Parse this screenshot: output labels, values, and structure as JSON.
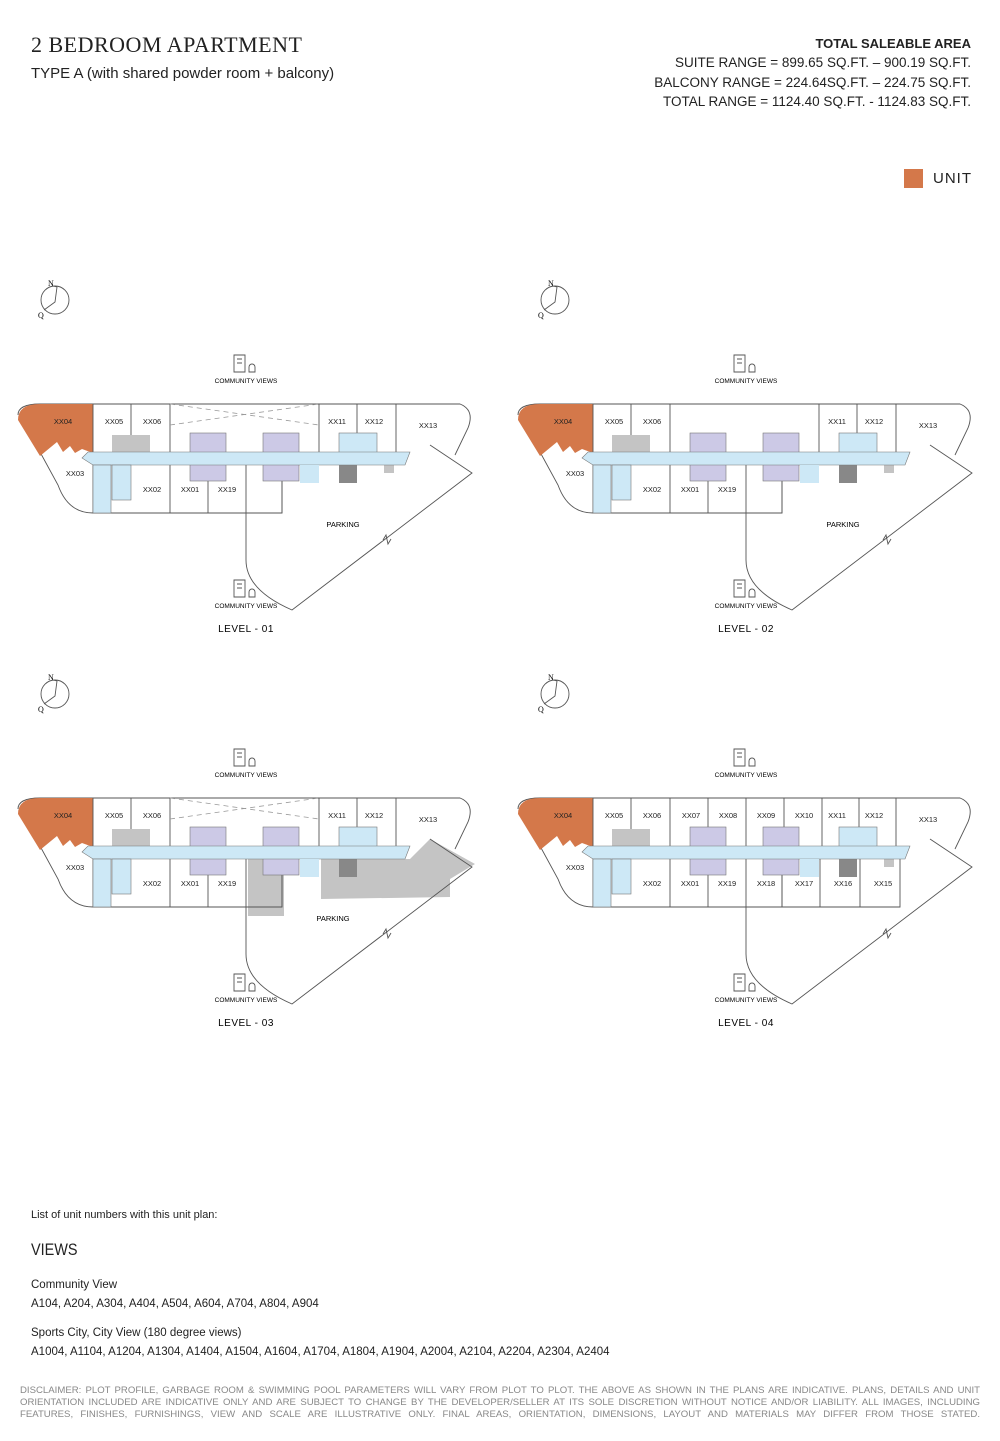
{
  "header": {
    "title": "2 BEDROOM APARTMENT",
    "subtitle": "TYPE A (with shared powder room + balcony)"
  },
  "saleable_area": {
    "heading": "TOTAL SALEABLE AREA",
    "suite_range": "SUITE RANGE = 899.65 SQ.FT. – 900.19 SQ.FT.",
    "balcony_range": "BALCONY RANGE = 224.64SQ.FT. – 224.75 SQ.FT.",
    "total_range": "TOTAL RANGE = 1124.40 SQ.FT. - 1124.83 SQ.FT."
  },
  "legend": {
    "label": "UNIT",
    "color": "#d4784a"
  },
  "plans": [
    {
      "level": "LEVEL - 01",
      "view_top": "COMMUNITY VIEWS",
      "view_bottom": "COMMUNITY VIEWS",
      "parking": "PARKING",
      "units": [
        "XX04",
        "XX05",
        "XX06",
        "XX11",
        "XX12",
        "XX13",
        "XX03",
        "XX02",
        "XX01",
        "XX19"
      ]
    },
    {
      "level": "LEVEL - 02",
      "view_top": "COMMUNITY VIEWS",
      "view_bottom": "COMMUNITY VIEWS",
      "parking": "PARKING",
      "units": [
        "XX04",
        "XX05",
        "XX06",
        "XX11",
        "XX12",
        "XX13",
        "XX03",
        "XX02",
        "XX01",
        "XX19"
      ]
    },
    {
      "level": "LEVEL - 03",
      "view_top": "COMMUNITY VIEWS",
      "view_bottom": "COMMUNITY VIEWS",
      "parking": "PARKING",
      "units": [
        "XX04",
        "XX05",
        "XX06",
        "XX11",
        "XX12",
        "XX13",
        "XX03",
        "XX02",
        "XX01",
        "XX19"
      ]
    },
    {
      "level": "LEVEL - 04",
      "view_top": "COMMUNITY VIEWS",
      "view_bottom": "COMMUNITY VIEWS",
      "parking": "",
      "units": [
        "XX04",
        "XX05",
        "XX06",
        "XX11",
        "XX12",
        "XX13",
        "XX03",
        "XX02",
        "XX01",
        "XX19",
        "XX07",
        "XX08",
        "XX09",
        "XX10",
        "XX18",
        "XX17",
        "XX16",
        "XX15"
      ]
    }
  ],
  "compass": {
    "n": "N",
    "q": "Q"
  },
  "unit_list": {
    "intro": "List of unit numbers with this unit plan:",
    "heading": "VIEWS",
    "groups": [
      {
        "name": "Community View",
        "units": "A104, A204, A304, A404, A504, A604, A704, A804, A904"
      },
      {
        "name": "Sports City, City View (180 degree views)",
        "units": "A1004, A1104, A1204, A1304, A1404, A1504, A1604, A1704, A1804, A1904, A2004, A2104, A2204, A2304, A2404"
      }
    ]
  },
  "disclaimer": "DISCLAIMER: PLOT PROFILE, GARBAGE ROOM & SWIMMING POOL PARAMETERS WILL VARY FROM PLOT TO PLOT. THE ABOVE AS SHOWN IN THE PLANS ARE INDICATIVE. PLANS, DETAILS AND UNIT ORIENTATION INCLUDED ARE INDICATIVE ONLY AND ARE SUBJECT TO CHANGE BY THE DEVELOPER/SELLER AT ITS SOLE DISCRETION WITHOUT NOTICE AND/OR LIABILITY. ALL IMAGES, INCLUDING FEATURES, FINISHES, FURNISHINGS, VIEW AND SCALE ARE ILLUSTRATIVE ONLY. FINAL AREAS, ORIENTATION, DIMENSIONS, LAYOUT AND MATERIALS MAY DIFFER FROM THOSE STATED."
}
